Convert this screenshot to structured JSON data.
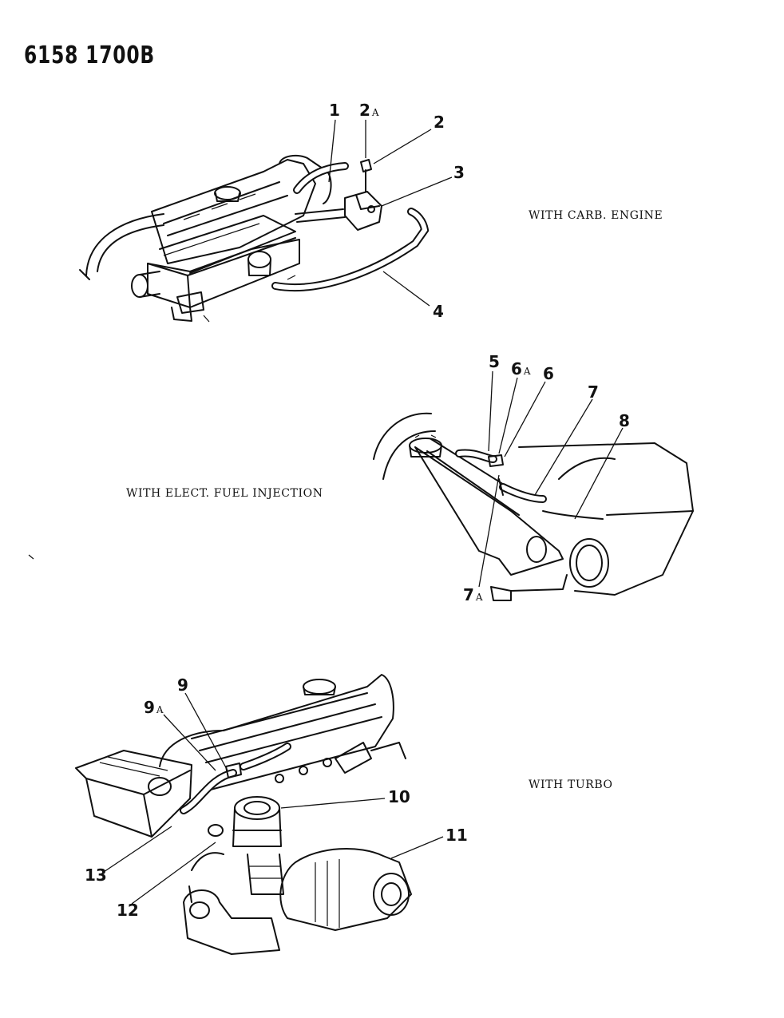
{
  "header": {
    "doc_id": "6158 1700B"
  },
  "captions": {
    "carb": "WITH CARB. ENGINE",
    "efi": "WITH ELECT. FUEL INJECTION",
    "turbo": "WITH TURBO"
  },
  "callouts": {
    "c1": {
      "num": "1",
      "suffix": ""
    },
    "c2a": {
      "num": "2",
      "suffix": "A"
    },
    "c2": {
      "num": "2",
      "suffix": ""
    },
    "c3": {
      "num": "3",
      "suffix": ""
    },
    "c4": {
      "num": "4",
      "suffix": ""
    },
    "c5": {
      "num": "5",
      "suffix": ""
    },
    "c6a": {
      "num": "6",
      "suffix": "A"
    },
    "c6": {
      "num": "6",
      "suffix": ""
    },
    "c7": {
      "num": "7",
      "suffix": ""
    },
    "c8": {
      "num": "8",
      "suffix": ""
    },
    "c7a": {
      "num": "7",
      "suffix": "A"
    },
    "c9": {
      "num": "9",
      "suffix": ""
    },
    "c9a": {
      "num": "9",
      "suffix": "A"
    },
    "c10": {
      "num": "10",
      "suffix": ""
    },
    "c11": {
      "num": "11",
      "suffix": ""
    },
    "c13": {
      "num": "13",
      "suffix": ""
    },
    "c12": {
      "num": "12",
      "suffix": ""
    }
  },
  "icons": [
    "engine-carb-illustration",
    "engine-efi-illustration",
    "engine-turbo-illustration"
  ]
}
